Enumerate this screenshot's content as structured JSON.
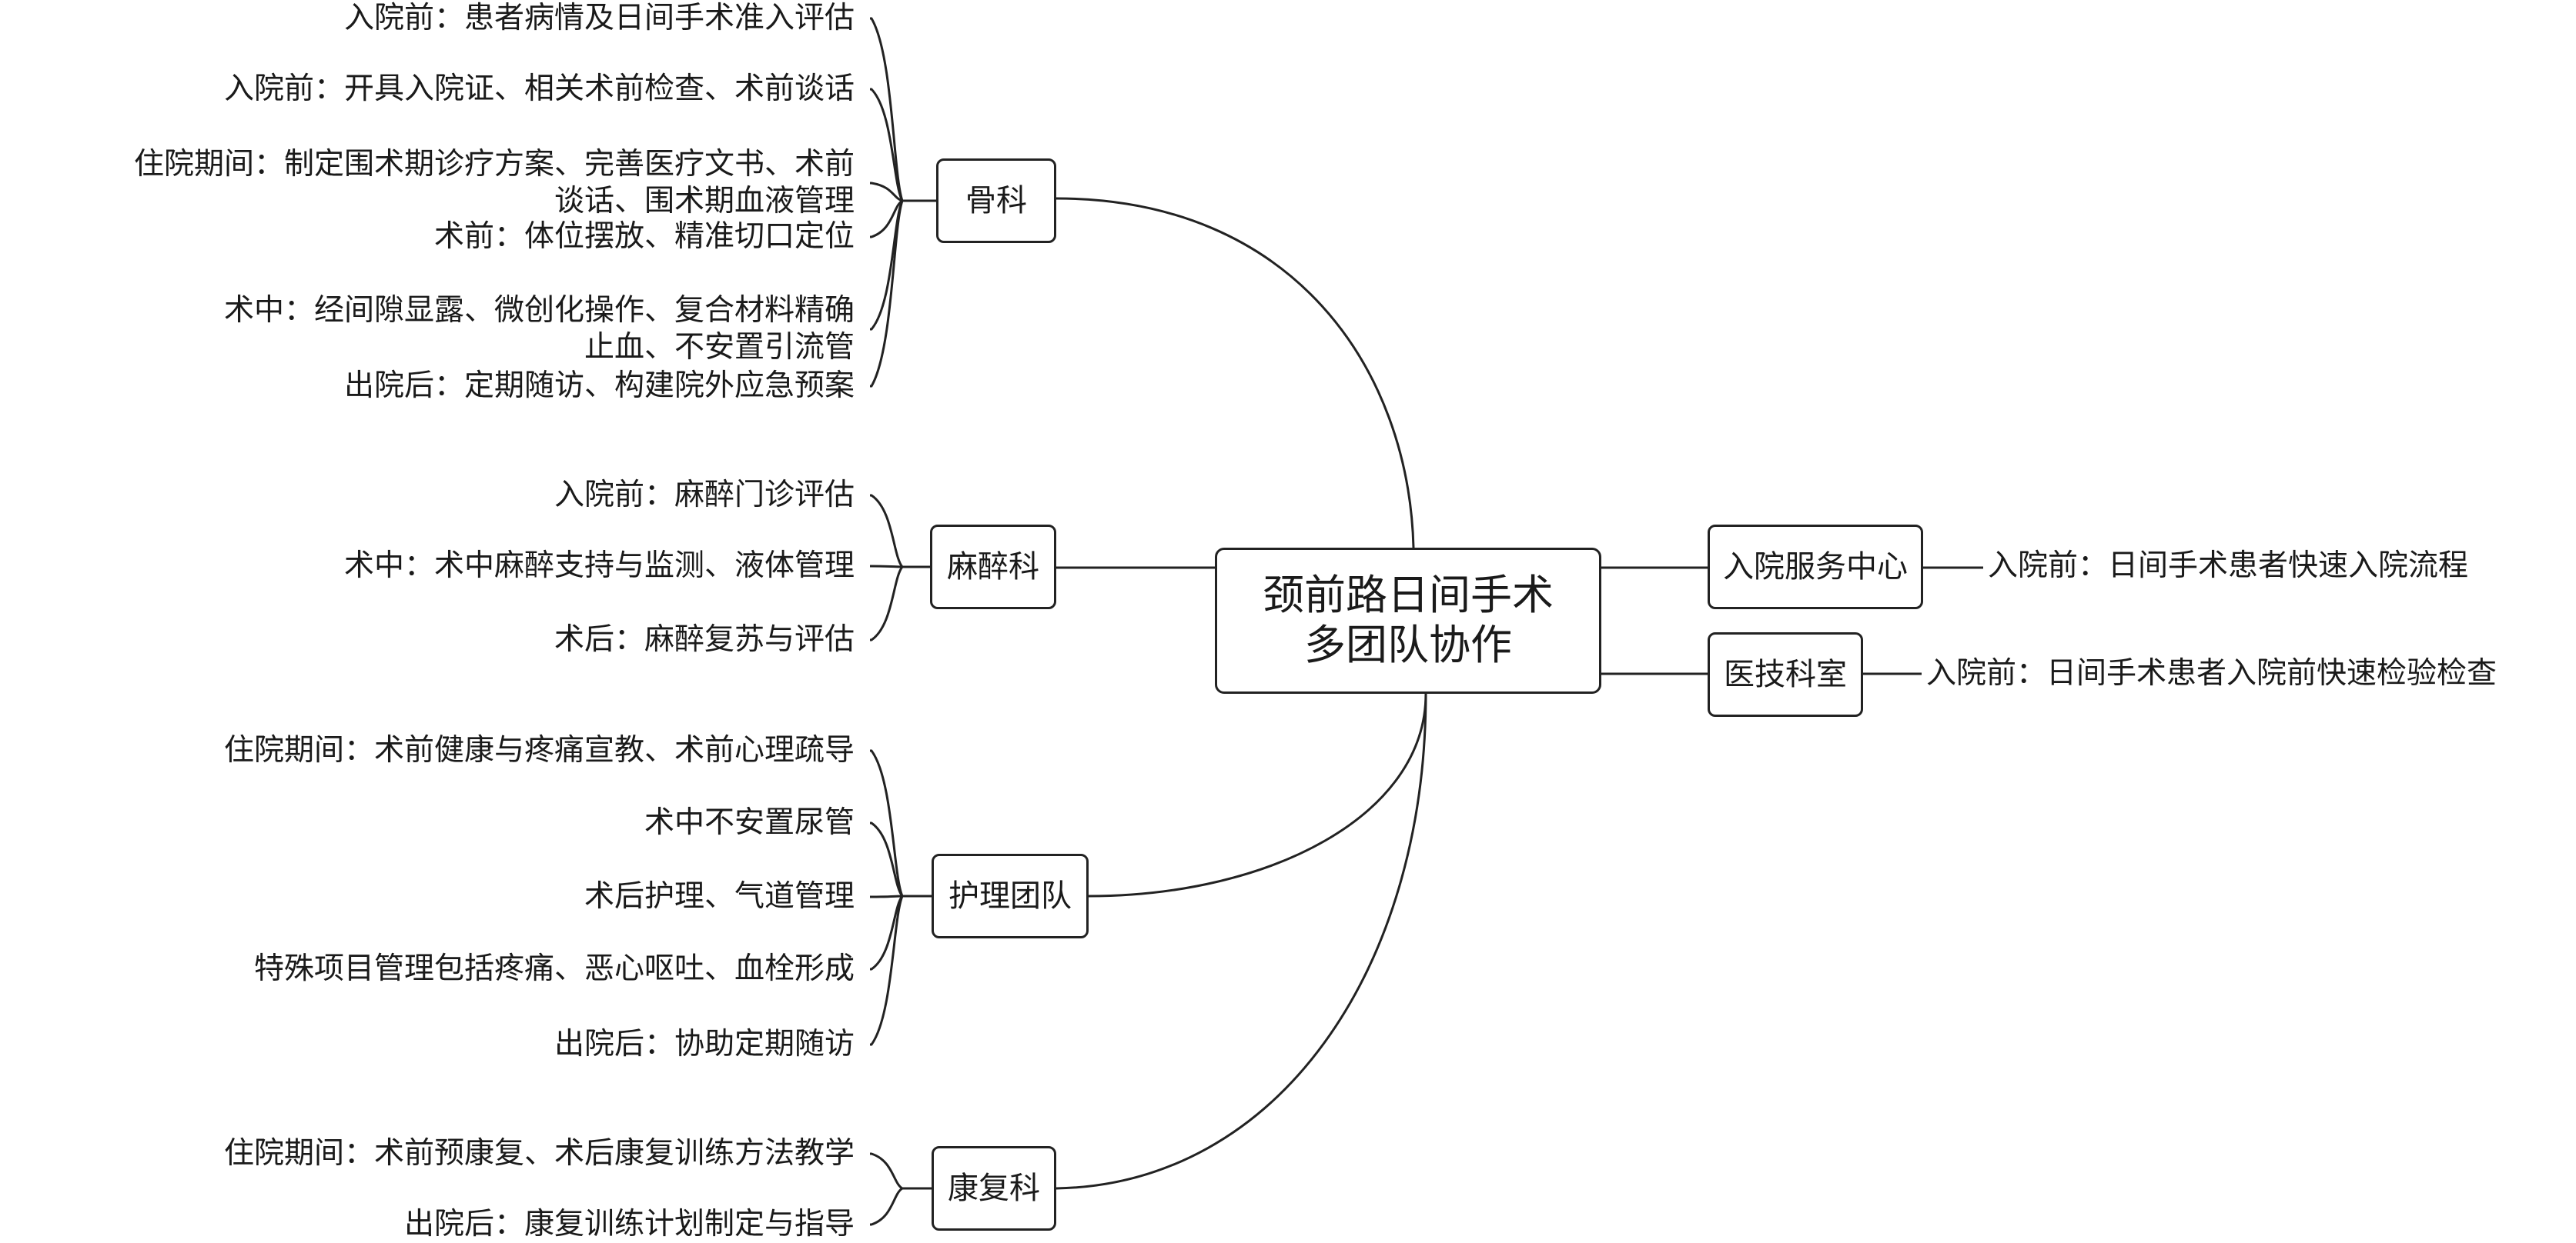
{
  "center": {
    "line1": "颈前路日间手术",
    "line2": "多团队协作"
  },
  "departments": {
    "orthopedics": {
      "label": "骨科",
      "items": [
        [
          "入院前：患者病情及日间手术准入评估"
        ],
        [
          "入院前：开具入院证、相关术前检查、术前谈话"
        ],
        [
          "住院期间：制定围术期诊疗方案、完善医疗文书、术前",
          "谈话、围术期血液管理"
        ],
        [
          "术前：体位摆放、精准切口定位"
        ],
        [
          "术中：经间隙显露、微创化操作、复合材料精确",
          "止血、不安置引流管"
        ],
        [
          "出院后：定期随访、构建院外应急预案"
        ]
      ]
    },
    "anesthesia": {
      "label": "麻醉科",
      "items": [
        [
          "入院前：麻醉门诊评估"
        ],
        [
          "术中：术中麻醉支持与监测、液体管理"
        ],
        [
          "术后：麻醉复苏与评估"
        ]
      ]
    },
    "nursing": {
      "label": "护理团队",
      "items": [
        [
          "住院期间：术前健康与疼痛宣教、术前心理疏导"
        ],
        [
          "术中不安置尿管"
        ],
        [
          "术后护理、气道管理"
        ],
        [
          "特殊项目管理包括疼痛、恶心呕吐、血栓形成"
        ],
        [
          "出院后：协助定期随访"
        ]
      ]
    },
    "rehab": {
      "label": "康复科",
      "items": [
        [
          "住院期间：术前预康复、术后康复训练方法教学"
        ],
        [
          "出院后：康复训练计划制定与指导"
        ]
      ]
    },
    "admission": {
      "label": "入院服务中心",
      "items": [
        [
          "入院前：日间手术患者快速入院流程"
        ]
      ]
    },
    "medtech": {
      "label": "医技科室",
      "items": [
        [
          "入院前：日间手术患者入院前快速检验检查"
        ]
      ]
    }
  },
  "colors": {
    "line": "#222222",
    "text": "#1a1a1a",
    "background": "#ffffff"
  }
}
